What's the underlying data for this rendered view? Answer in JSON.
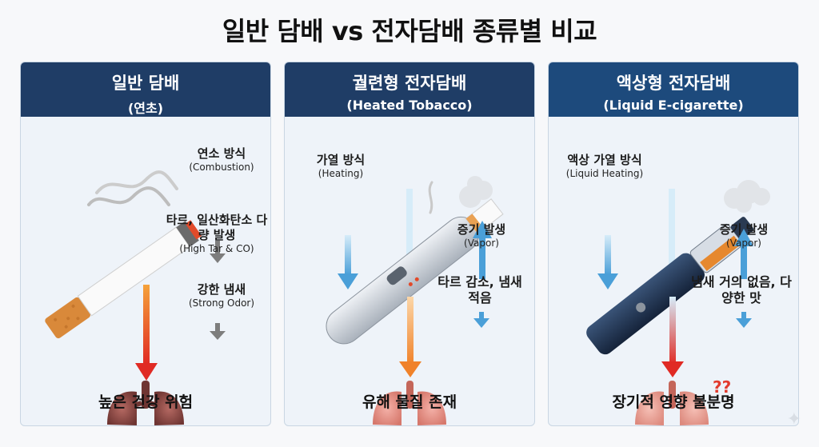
{
  "title": "일반 담배 vs 전자담배 종류별 비교",
  "panels": [
    {
      "title": "일반 담배",
      "subtitle": "(연초)",
      "labels": [
        {
          "k": "연소 방식",
          "e": "(Combustion)"
        },
        {
          "k": "타르, 일산화탄소 다량 발생",
          "e": "(High Tar & CO)"
        },
        {
          "k": "강한 냄새",
          "e": "(Strong Odor)"
        }
      ],
      "verdict": "높은 건강 위험"
    },
    {
      "title": "궐련형 전자담배",
      "subtitle": "(Heated Tobacco)",
      "labels": [
        {
          "k": "가열 방식",
          "e": "(Heating)"
        },
        {
          "k": "증기 발생",
          "e": "(Vapor)"
        },
        {
          "k": "타르 감소, 냄새 적음",
          "e": ""
        }
      ],
      "verdict": "유해 물질 존재"
    },
    {
      "title": "액상형 전자담배",
      "subtitle": "(Liquid E-cigarette)",
      "labels": [
        {
          "k": "액상 가열 방식",
          "e": "(Liquid Heating)"
        },
        {
          "k": "증기 발생",
          "e": "(Vapor)"
        },
        {
          "k": "냄새 거의 없음, 다양한 맛",
          "e": ""
        }
      ],
      "verdict": "장기적 영향 불분명"
    }
  ],
  "icons": {
    "cigarette": "cigarette-icon",
    "heated_device": "heated-tobacco-device-icon",
    "vape": "vape-pen-icon",
    "lungs": "lungs-icon",
    "smoke": "smoke-icon",
    "vapor": "vapor-cloud-icon",
    "arrow": "arrow-icon",
    "sparkle": "sparkle-icon"
  },
  "colors": {
    "header": "#1f3d66",
    "panel_bg": "#eef3f9",
    "arrow_blue": "#4a9fd8",
    "arrow_red": "#e03a2f",
    "arrow_orange": "#f0822a",
    "arrow_gray": "#7d7d7d"
  }
}
